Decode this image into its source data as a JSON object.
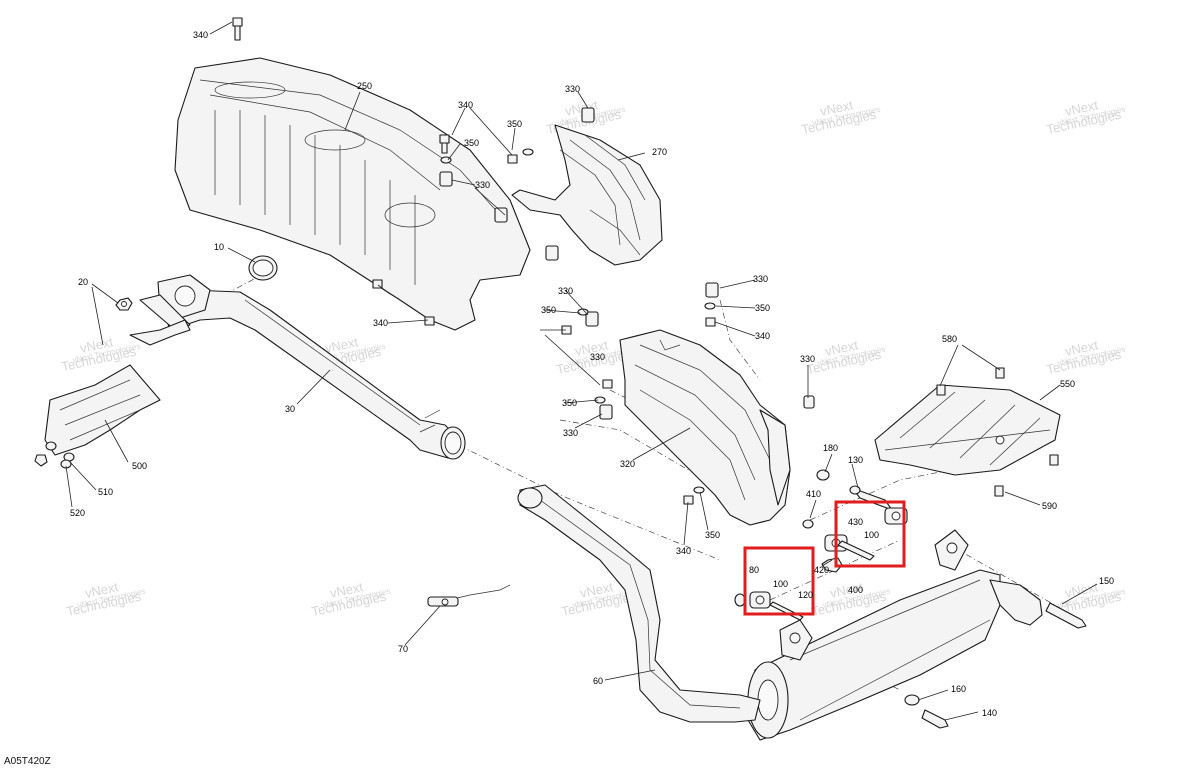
{
  "diagram": {
    "figure_id": "A05T420Z",
    "watermark": {
      "line1": "vNext",
      "line2": "Technologies",
      "combined": "vNext Technologies"
    },
    "callouts": [
      "340",
      "250",
      "330",
      "340",
      "350",
      "350",
      "270",
      "330",
      "10",
      "20",
      "330",
      "330",
      "350",
      "340",
      "30",
      "340",
      "330",
      "350",
      "330",
      "580",
      "550",
      "350",
      "330",
      "500",
      "510",
      "520",
      "320",
      "180",
      "130",
      "410",
      "430",
      "100",
      "80",
      "100",
      "120",
      "420",
      "400",
      "340",
      "350",
      "590",
      "150",
      "70",
      "60",
      "160",
      "140"
    ]
  }
}
